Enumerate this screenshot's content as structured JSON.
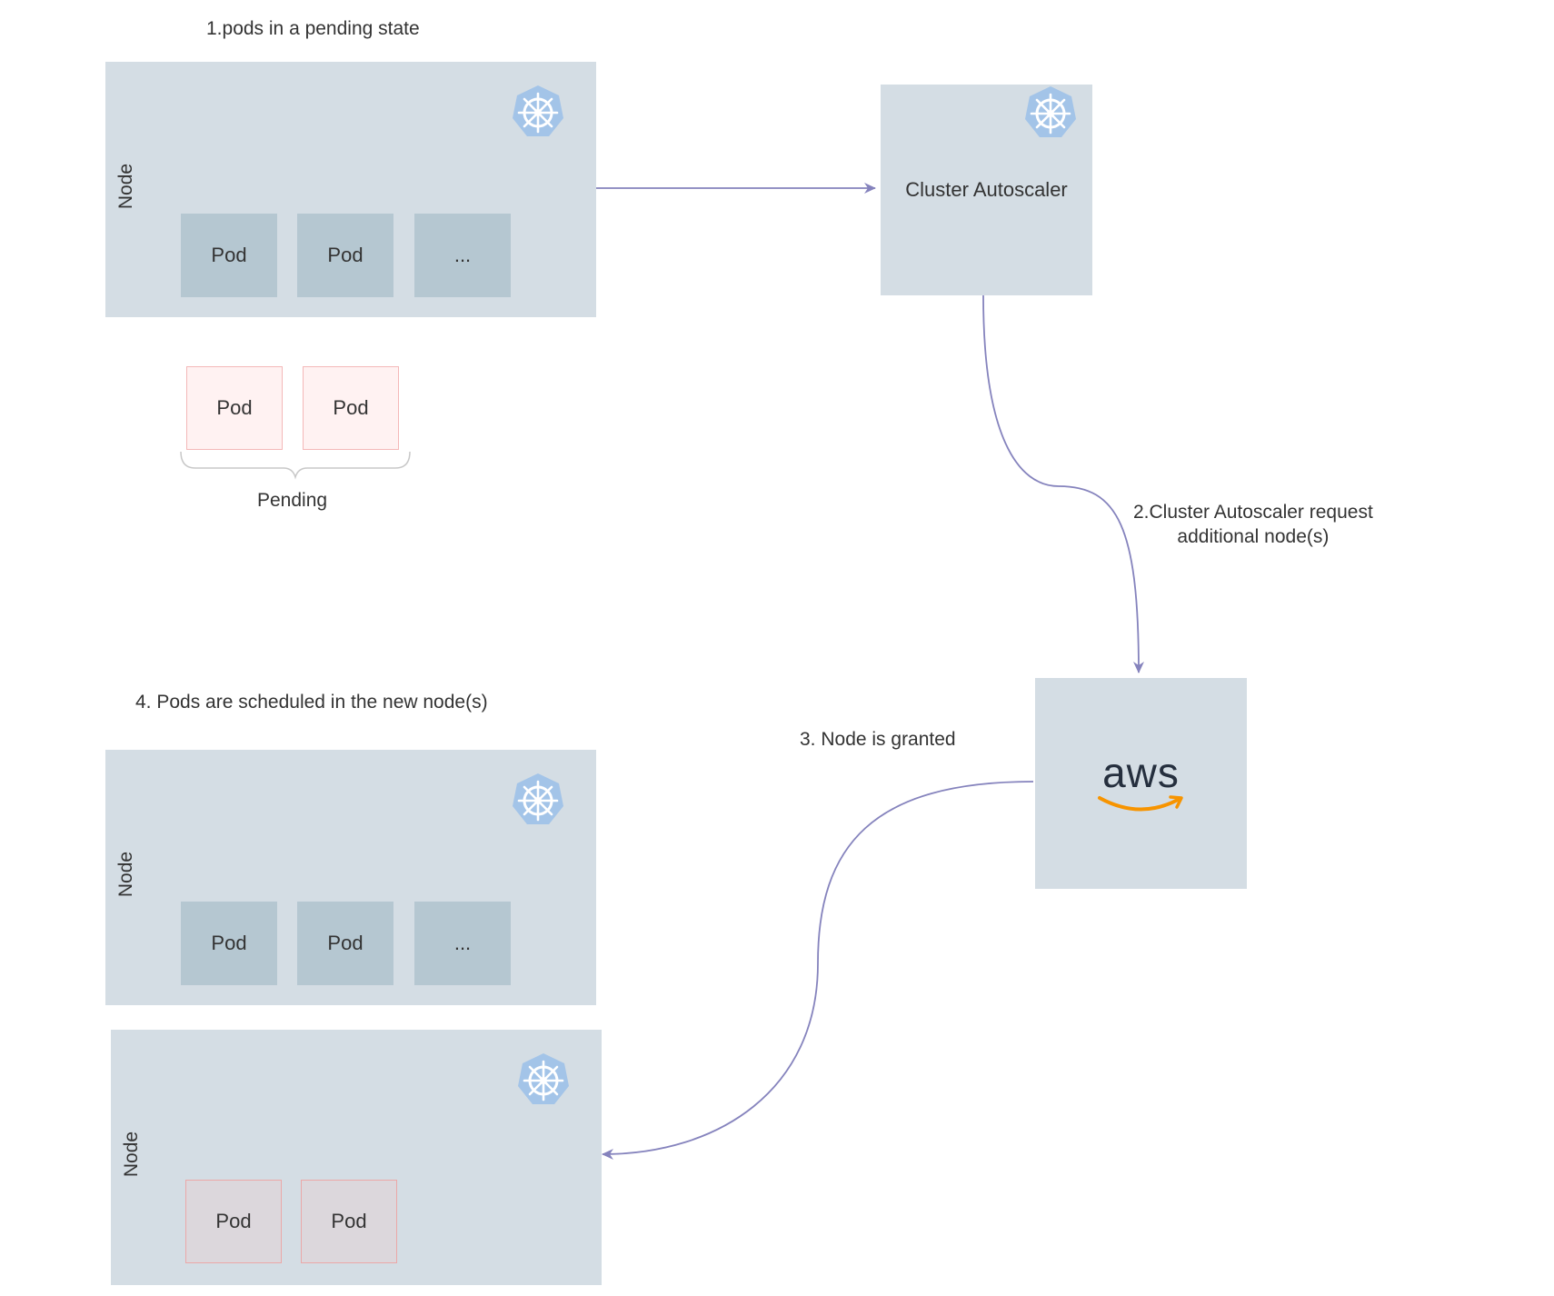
{
  "labels": {
    "step1": "1.pods in a pending state",
    "step2_line1": "2.Cluster Autoscaler request",
    "step2_line2": "additional node(s)",
    "step3": "3. Node is granted",
    "step4": "4. Pods are scheduled in the new node(s)",
    "pending": "Pending"
  },
  "node_top": {
    "label": "Node",
    "pods": [
      "Pod",
      "Pod",
      "..."
    ]
  },
  "pending_pods": [
    "Pod",
    "Pod"
  ],
  "autoscaler": {
    "label": "Cluster Autoscaler"
  },
  "aws": {
    "label": "aws",
    "smile_color": "#f79400",
    "text_color": "#252f3e"
  },
  "node_mid": {
    "label": "Node",
    "pods": [
      "Pod",
      "Pod",
      "..."
    ]
  },
  "node_new": {
    "label": "Node",
    "pods": [
      "Pod",
      "Pod"
    ]
  },
  "icons": {
    "k8s": "kubernetes-helm-icon",
    "arrow_color": "#8583bd"
  }
}
